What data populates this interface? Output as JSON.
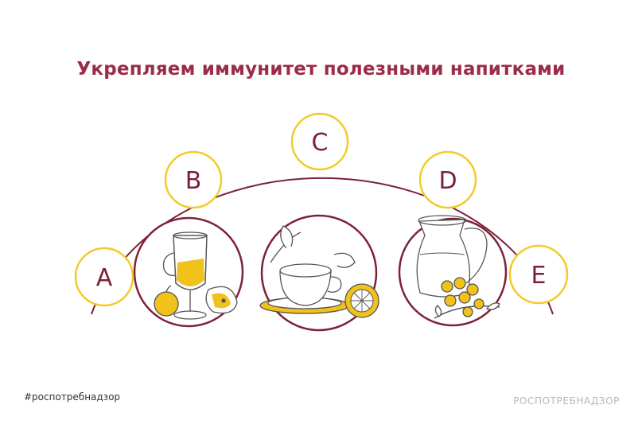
{
  "title": "Укрепляем иммунитет полезными напитками",
  "options": [
    {
      "letter": "A"
    },
    {
      "letter": "B"
    },
    {
      "letter": "C"
    },
    {
      "letter": "D"
    },
    {
      "letter": "E"
    }
  ],
  "illustrations": [
    {
      "icon": "mulled-drink-glass-with-apples-icon"
    },
    {
      "icon": "tea-cup-with-lemon-icon"
    },
    {
      "icon": "jug-with-sea-buckthorn-icon"
    }
  ],
  "footer": {
    "hashtag": "#роспотребнадзор",
    "brand": "РОСПОТРЕБНАДЗОР"
  },
  "colors": {
    "title": "#9b2c48",
    "arc": "#7d2138",
    "letter_circle": "#f1cb2b",
    "letter_text": "#7d2138",
    "fruit": "#f1c21b",
    "sketch": "#555555"
  }
}
